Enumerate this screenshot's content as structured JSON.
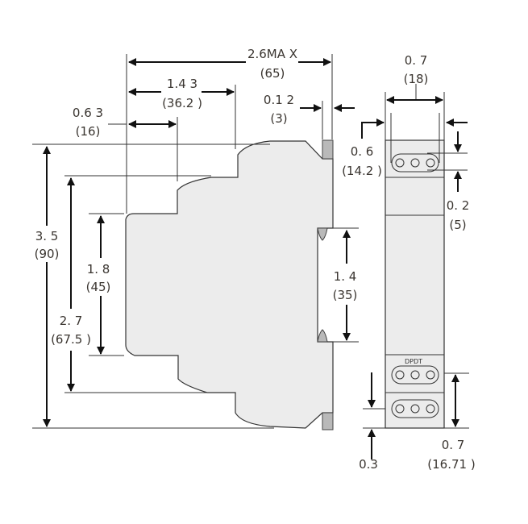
{
  "side_view": {
    "overall_width": {
      "in": "2.6MA X",
      "mm": "(65)"
    },
    "front_depth": {
      "in": "1.4 3",
      "mm": "(36.2 )"
    },
    "step_depth": {
      "in": "0.6 3",
      "mm": "(16)"
    },
    "rail_clip": {
      "in": "0.1 2",
      "mm": "(3)"
    },
    "overall_height": {
      "in": "3. 5",
      "mm": "(90)"
    },
    "middle_height": {
      "in": "2. 7",
      "mm": "(67.5 )"
    },
    "front_height": {
      "in": "1. 8",
      "mm": "(45)"
    },
    "rail_height": {
      "in": "1. 4",
      "mm": "(35)"
    }
  },
  "front_view": {
    "module_width": {
      "in": "0. 7",
      "mm": "(18)"
    },
    "terminal_width": {
      "in": "0. 6",
      "mm": "(14.2 )"
    },
    "terminal_offset": {
      "in": "0. 2",
      "mm": "(5)"
    },
    "bottom_offset": {
      "in": "0.3"
    },
    "bottom_height": {
      "in": "0. 7",
      "mm": "(16.71 )"
    },
    "contact_label": "DPDT"
  },
  "colors": {
    "body": "#ececec",
    "tab": "#b9b9b9",
    "text": "#3a3530"
  }
}
